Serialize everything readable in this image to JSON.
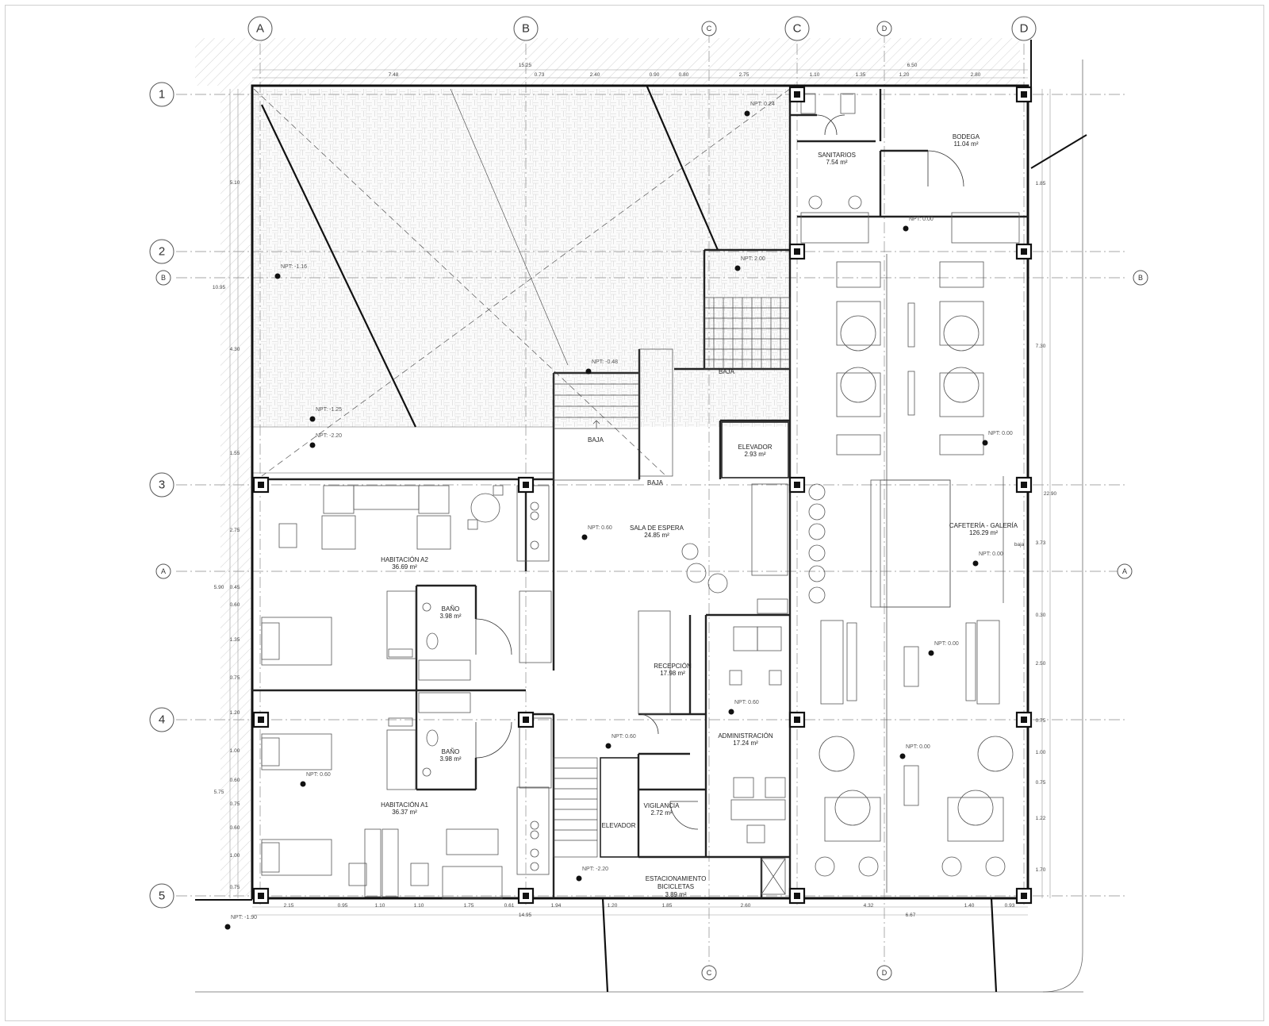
{
  "grid": {
    "top": [
      "A",
      "B",
      "C",
      "C",
      "D",
      "D"
    ],
    "left": [
      "1",
      "2",
      "3",
      "4",
      "5"
    ],
    "bottom": [
      "C",
      "D"
    ],
    "axis_h": [
      "B",
      "A"
    ]
  },
  "rooms": [
    {
      "id": "sanitarios",
      "name": "SANITARIOS",
      "area": "7.54 m²"
    },
    {
      "id": "bodega",
      "name": "BODEGA",
      "area": "11.04 m²"
    },
    {
      "id": "elevador-top",
      "name": "ELEVADOR",
      "area": "2.93 m²"
    },
    {
      "id": "cafeteria",
      "name": "CAFETERÍA - GALERÍA",
      "area": "126.29 m²"
    },
    {
      "id": "sala",
      "name": "SALA DE ESPERA",
      "area": "24.85 m²"
    },
    {
      "id": "hab-a2",
      "name": "HABITACIÓN A2",
      "area": "36.69 m²"
    },
    {
      "id": "bano-1",
      "name": "BAÑO",
      "area": "3.98 m²"
    },
    {
      "id": "bano-2",
      "name": "BAÑO",
      "area": "3.98 m²"
    },
    {
      "id": "recepcion",
      "name": "RECEPCIÓN",
      "area": "17.98 m²"
    },
    {
      "id": "admin",
      "name": "ADMINISTRACIÓN",
      "area": "17.24 m²"
    },
    {
      "id": "hab-a1",
      "name": "HABITACIÓN A1",
      "area": "36.37 m²"
    },
    {
      "id": "vigilancia",
      "name": "VIGILANCIA",
      "area": "2.72 m²"
    },
    {
      "id": "estacionamiento",
      "name": "ESTACIONAMIENTO BICICLETAS",
      "area": "3.89 m²"
    }
  ],
  "labels": {
    "baja": "BAJA",
    "baja_small": "baja",
    "elevador": "ELEVADOR"
  },
  "npt": [
    "NPT: 0.24",
    "NPT: 0.00",
    "NPT: 2.00",
    "NPT: -1.16",
    "NPT: -0.48",
    "NPT: -1.25",
    "NPT: -2.20",
    "NPT: 0.00",
    "NPT: 0.60",
    "NPT: 0.00",
    "NPT: 0.00",
    "NPT: 0.60",
    "NPT: 0.60",
    "NPT: 0.00",
    "NPT: 0.60",
    "NPT: -2.20",
    "NPT: -1.90"
  ],
  "dims_top_1": [
    "15.25",
    "6.50"
  ],
  "dims_top_2": [
    "7.48",
    "0.73",
    "2.40",
    "0.90",
    "0.80",
    "2.75",
    "1.10",
    "1.35",
    "1.20",
    "2.80"
  ],
  "dims_left": [
    "5.10",
    "10.95",
    "4.30",
    "1.55",
    "2.75",
    "5.90",
    "0.45",
    "0.60",
    "1.35",
    "0.75",
    "1.20",
    "1.00",
    "5.75",
    "0.60",
    "0.75",
    "0.60",
    "1.00",
    "0.75"
  ],
  "dims_right": [
    "1.85",
    "7.30",
    "22.90",
    "3.73",
    "0.30",
    "2.50",
    "0.75",
    "1.00",
    "0.75",
    "1.22",
    "1.70"
  ],
  "dims_bottom_1": [
    "2.15",
    "0.95",
    "1.10",
    "1.10",
    "1.75",
    "0.61",
    "1.94",
    "1.20",
    "1.85",
    "2.60",
    "4.32",
    "1.40",
    "0.93"
  ],
  "dims_bottom_2": [
    "14.95",
    "6.67"
  ]
}
